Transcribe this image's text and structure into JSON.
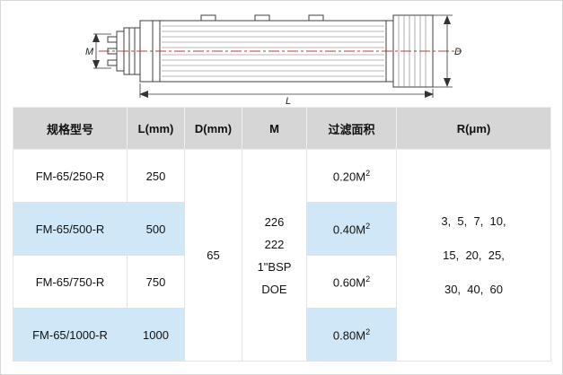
{
  "colors": {
    "header_bg": "#d6d6d6",
    "row_alt_bg": "#cfe7f6",
    "centerline_red": "#b5432a"
  },
  "diagram": {
    "dim_m": "M",
    "dim_d": "D",
    "dim_l": "L"
  },
  "table": {
    "headers": [
      "规格型号",
      "L(mm)",
      "D(mm)",
      "M",
      "过滤面积",
      "R(μm)"
    ],
    "diameter_value": "65",
    "m_spec_lines": [
      "226",
      "222",
      "1\"BSP",
      "DOE"
    ],
    "r_lines": [
      "3,  5,  7,  10,",
      "15,  20,  25,",
      "30,  40,  60"
    ],
    "rows": [
      {
        "model": "FM-65/250-R",
        "length": "250",
        "area": "0.20M",
        "area_sup": "2"
      },
      {
        "model": "FM-65/500-R",
        "length": "500",
        "area": "0.40M",
        "area_sup": "2"
      },
      {
        "model": "FM-65/750-R",
        "length": "750",
        "area": "0.60M",
        "area_sup": "2"
      },
      {
        "model": "FM-65/1000-R",
        "length": "1000",
        "area": "0.80M",
        "area_sup": "2"
      }
    ]
  }
}
